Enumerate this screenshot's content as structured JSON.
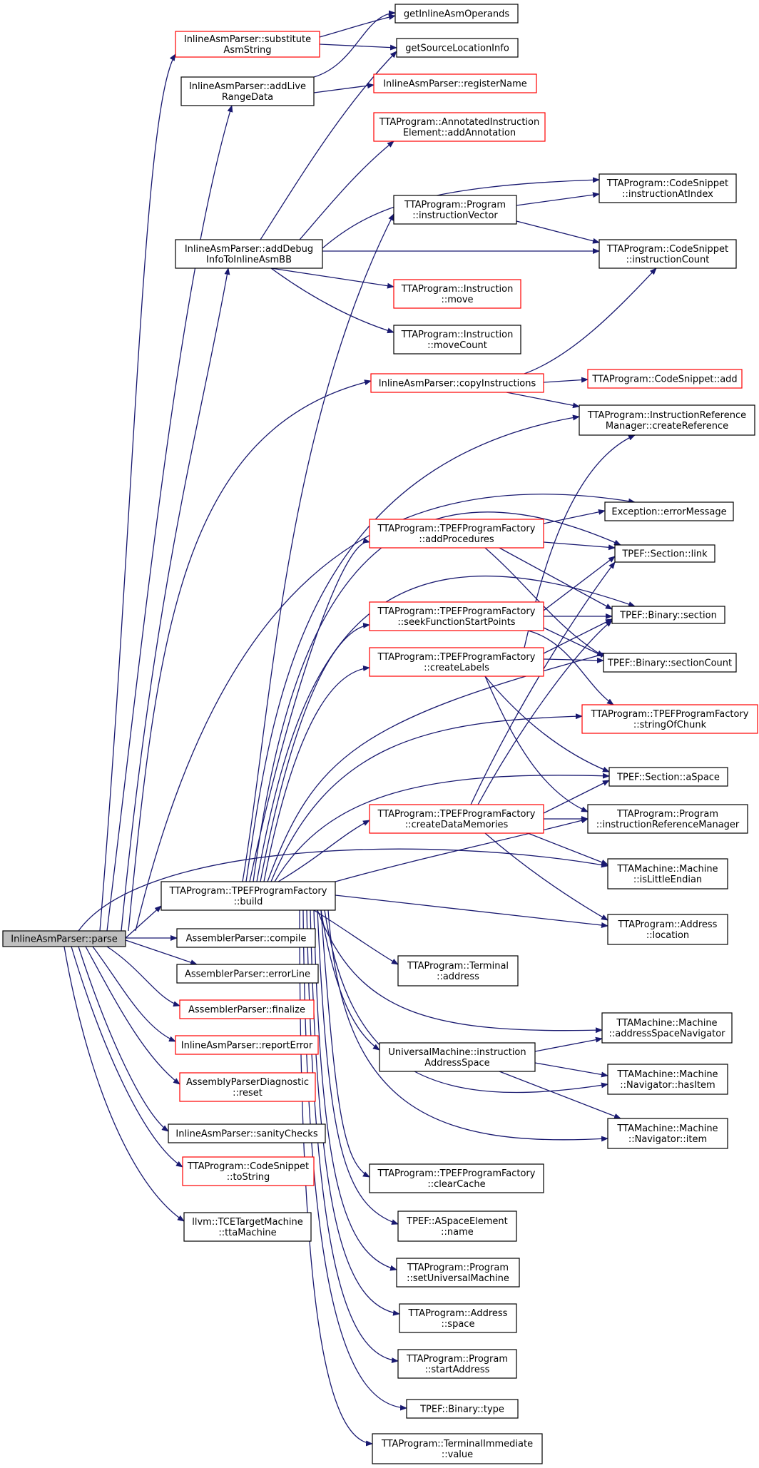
{
  "colors": {
    "edge": "#191970",
    "node_border_default": "#000000",
    "node_border_truncated": "#ff0000",
    "node_fill": "#ffffff",
    "root_fill": "#bfbfbf"
  },
  "nodes": [
    {
      "id": "parse",
      "lines": [
        "InlineAsmParser::parse"
      ],
      "style": "root"
    },
    {
      "id": "substitute",
      "lines": [
        "InlineAsmParser::substitute",
        "AsmString"
      ],
      "style": "red"
    },
    {
      "id": "addLive",
      "lines": [
        "InlineAsmParser::addLive",
        "RangeData"
      ],
      "style": "black"
    },
    {
      "id": "getInlineAsmOperands",
      "lines": [
        "getInlineAsmOperands"
      ],
      "style": "black"
    },
    {
      "id": "getSourceLocationInfo",
      "lines": [
        "getSourceLocationInfo"
      ],
      "style": "black"
    },
    {
      "id": "registerName",
      "lines": [
        "InlineAsmParser::registerName"
      ],
      "style": "red"
    },
    {
      "id": "addAnnotation",
      "lines": [
        "TTAProgram::AnnotatedInstruction",
        "Element::addAnnotation"
      ],
      "style": "red"
    },
    {
      "id": "instructionAtIndex",
      "lines": [
        "TTAProgram::CodeSnippet",
        "::instructionAtIndex"
      ],
      "style": "black"
    },
    {
      "id": "instructionVector",
      "lines": [
        "TTAProgram::Program",
        "::instructionVector"
      ],
      "style": "black"
    },
    {
      "id": "addDebug",
      "lines": [
        "InlineAsmParser::addDebug",
        "InfoToInlineAsmBB"
      ],
      "style": "black"
    },
    {
      "id": "instructionCount",
      "lines": [
        "TTAProgram::CodeSnippet",
        "::instructionCount"
      ],
      "style": "black"
    },
    {
      "id": "move",
      "lines": [
        "TTAProgram::Instruction",
        "::move"
      ],
      "style": "red"
    },
    {
      "id": "moveCount",
      "lines": [
        "TTAProgram::Instruction",
        "::moveCount"
      ],
      "style": "black"
    },
    {
      "id": "copyInstructions",
      "lines": [
        "InlineAsmParser::copyInstructions"
      ],
      "style": "red"
    },
    {
      "id": "snippetAdd",
      "lines": [
        "TTAProgram::CodeSnippet::add"
      ],
      "style": "red"
    },
    {
      "id": "createReference",
      "lines": [
        "TTAProgram::InstructionReference",
        "Manager::createReference"
      ],
      "style": "black"
    },
    {
      "id": "errorMessage",
      "lines": [
        "Exception::errorMessage"
      ],
      "style": "black"
    },
    {
      "id": "addProcedures",
      "lines": [
        "TTAProgram::TPEFProgramFactory",
        "::addProcedures"
      ],
      "style": "red"
    },
    {
      "id": "sectionLink",
      "lines": [
        "TPEF::Section::link"
      ],
      "style": "black"
    },
    {
      "id": "seekFunction",
      "lines": [
        "TTAProgram::TPEFProgramFactory",
        "::seekFunctionStartPoints"
      ],
      "style": "red"
    },
    {
      "id": "binarySection",
      "lines": [
        "TPEF::Binary::section"
      ],
      "style": "black"
    },
    {
      "id": "createLabels",
      "lines": [
        "TTAProgram::TPEFProgramFactory",
        "::createLabels"
      ],
      "style": "red"
    },
    {
      "id": "sectionCount",
      "lines": [
        "TPEF::Binary::sectionCount"
      ],
      "style": "black"
    },
    {
      "id": "stringOfChunk",
      "lines": [
        "TTAProgram::TPEFProgramFactory",
        "::stringOfChunk"
      ],
      "style": "red"
    },
    {
      "id": "aSpace",
      "lines": [
        "TPEF::Section::aSpace"
      ],
      "style": "black"
    },
    {
      "id": "createDataMemories",
      "lines": [
        "TTAProgram::TPEFProgramFactory",
        "::createDataMemories"
      ],
      "style": "red"
    },
    {
      "id": "instrRefManager",
      "lines": [
        "TTAProgram::Program",
        "::instructionReferenceManager"
      ],
      "style": "black"
    },
    {
      "id": "isLittleEndian",
      "lines": [
        "TTAMachine::Machine",
        "::isLittleEndian"
      ],
      "style": "black"
    },
    {
      "id": "build",
      "lines": [
        "TTAProgram::TPEFProgramFactory",
        "::build"
      ],
      "style": "black"
    },
    {
      "id": "location",
      "lines": [
        "TTAProgram::Address",
        "::location"
      ],
      "style": "black"
    },
    {
      "id": "compile",
      "lines": [
        "AssemblerParser::compile"
      ],
      "style": "black"
    },
    {
      "id": "errorLine",
      "lines": [
        "AssemblerParser::errorLine"
      ],
      "style": "black"
    },
    {
      "id": "terminalAddress",
      "lines": [
        "TTAProgram::Terminal",
        "::address"
      ],
      "style": "black"
    },
    {
      "id": "finalize",
      "lines": [
        "AssemblerParser::finalize"
      ],
      "style": "red"
    },
    {
      "id": "addrSpaceNav",
      "lines": [
        "TTAMachine::Machine",
        "::addressSpaceNavigator"
      ],
      "style": "black"
    },
    {
      "id": "reportError",
      "lines": [
        "InlineAsmParser::reportError"
      ],
      "style": "red"
    },
    {
      "id": "universalMachine",
      "lines": [
        "UniversalMachine::instruction",
        "AddressSpace"
      ],
      "style": "black"
    },
    {
      "id": "hasItem",
      "lines": [
        "TTAMachine::Machine",
        "::Navigator::hasItem"
      ],
      "style": "black"
    },
    {
      "id": "diagReset",
      "lines": [
        "AssemblyParserDiagnostic",
        "::reset"
      ],
      "style": "red"
    },
    {
      "id": "navItem",
      "lines": [
        "TTAMachine::Machine",
        "::Navigator::item"
      ],
      "style": "black"
    },
    {
      "id": "sanityChecks",
      "lines": [
        "InlineAsmParser::sanityChecks"
      ],
      "style": "black"
    },
    {
      "id": "toString",
      "lines": [
        "TTAProgram::CodeSnippet",
        "::toString"
      ],
      "style": "red"
    },
    {
      "id": "clearCache",
      "lines": [
        "TTAProgram::TPEFProgramFactory",
        "::clearCache"
      ],
      "style": "black"
    },
    {
      "id": "ttaMachine",
      "lines": [
        "llvm::TCETargetMachine",
        "::ttaMachine"
      ],
      "style": "black"
    },
    {
      "id": "aspaceName",
      "lines": [
        "TPEF::ASpaceElement",
        "::name"
      ],
      "style": "black"
    },
    {
      "id": "setUniversal",
      "lines": [
        "TTAProgram::Program",
        "::setUniversalMachine"
      ],
      "style": "black"
    },
    {
      "id": "addrSpace",
      "lines": [
        "TTAProgram::Address",
        "::space"
      ],
      "style": "black"
    },
    {
      "id": "startAddress",
      "lines": [
        "TTAProgram::Program",
        "::startAddress"
      ],
      "style": "black"
    },
    {
      "id": "binaryType",
      "lines": [
        "TPEF::Binary::type"
      ],
      "style": "black"
    },
    {
      "id": "termImmValue",
      "lines": [
        "TTAProgram::TerminalImmediate",
        "::value"
      ],
      "style": "black"
    }
  ]
}
